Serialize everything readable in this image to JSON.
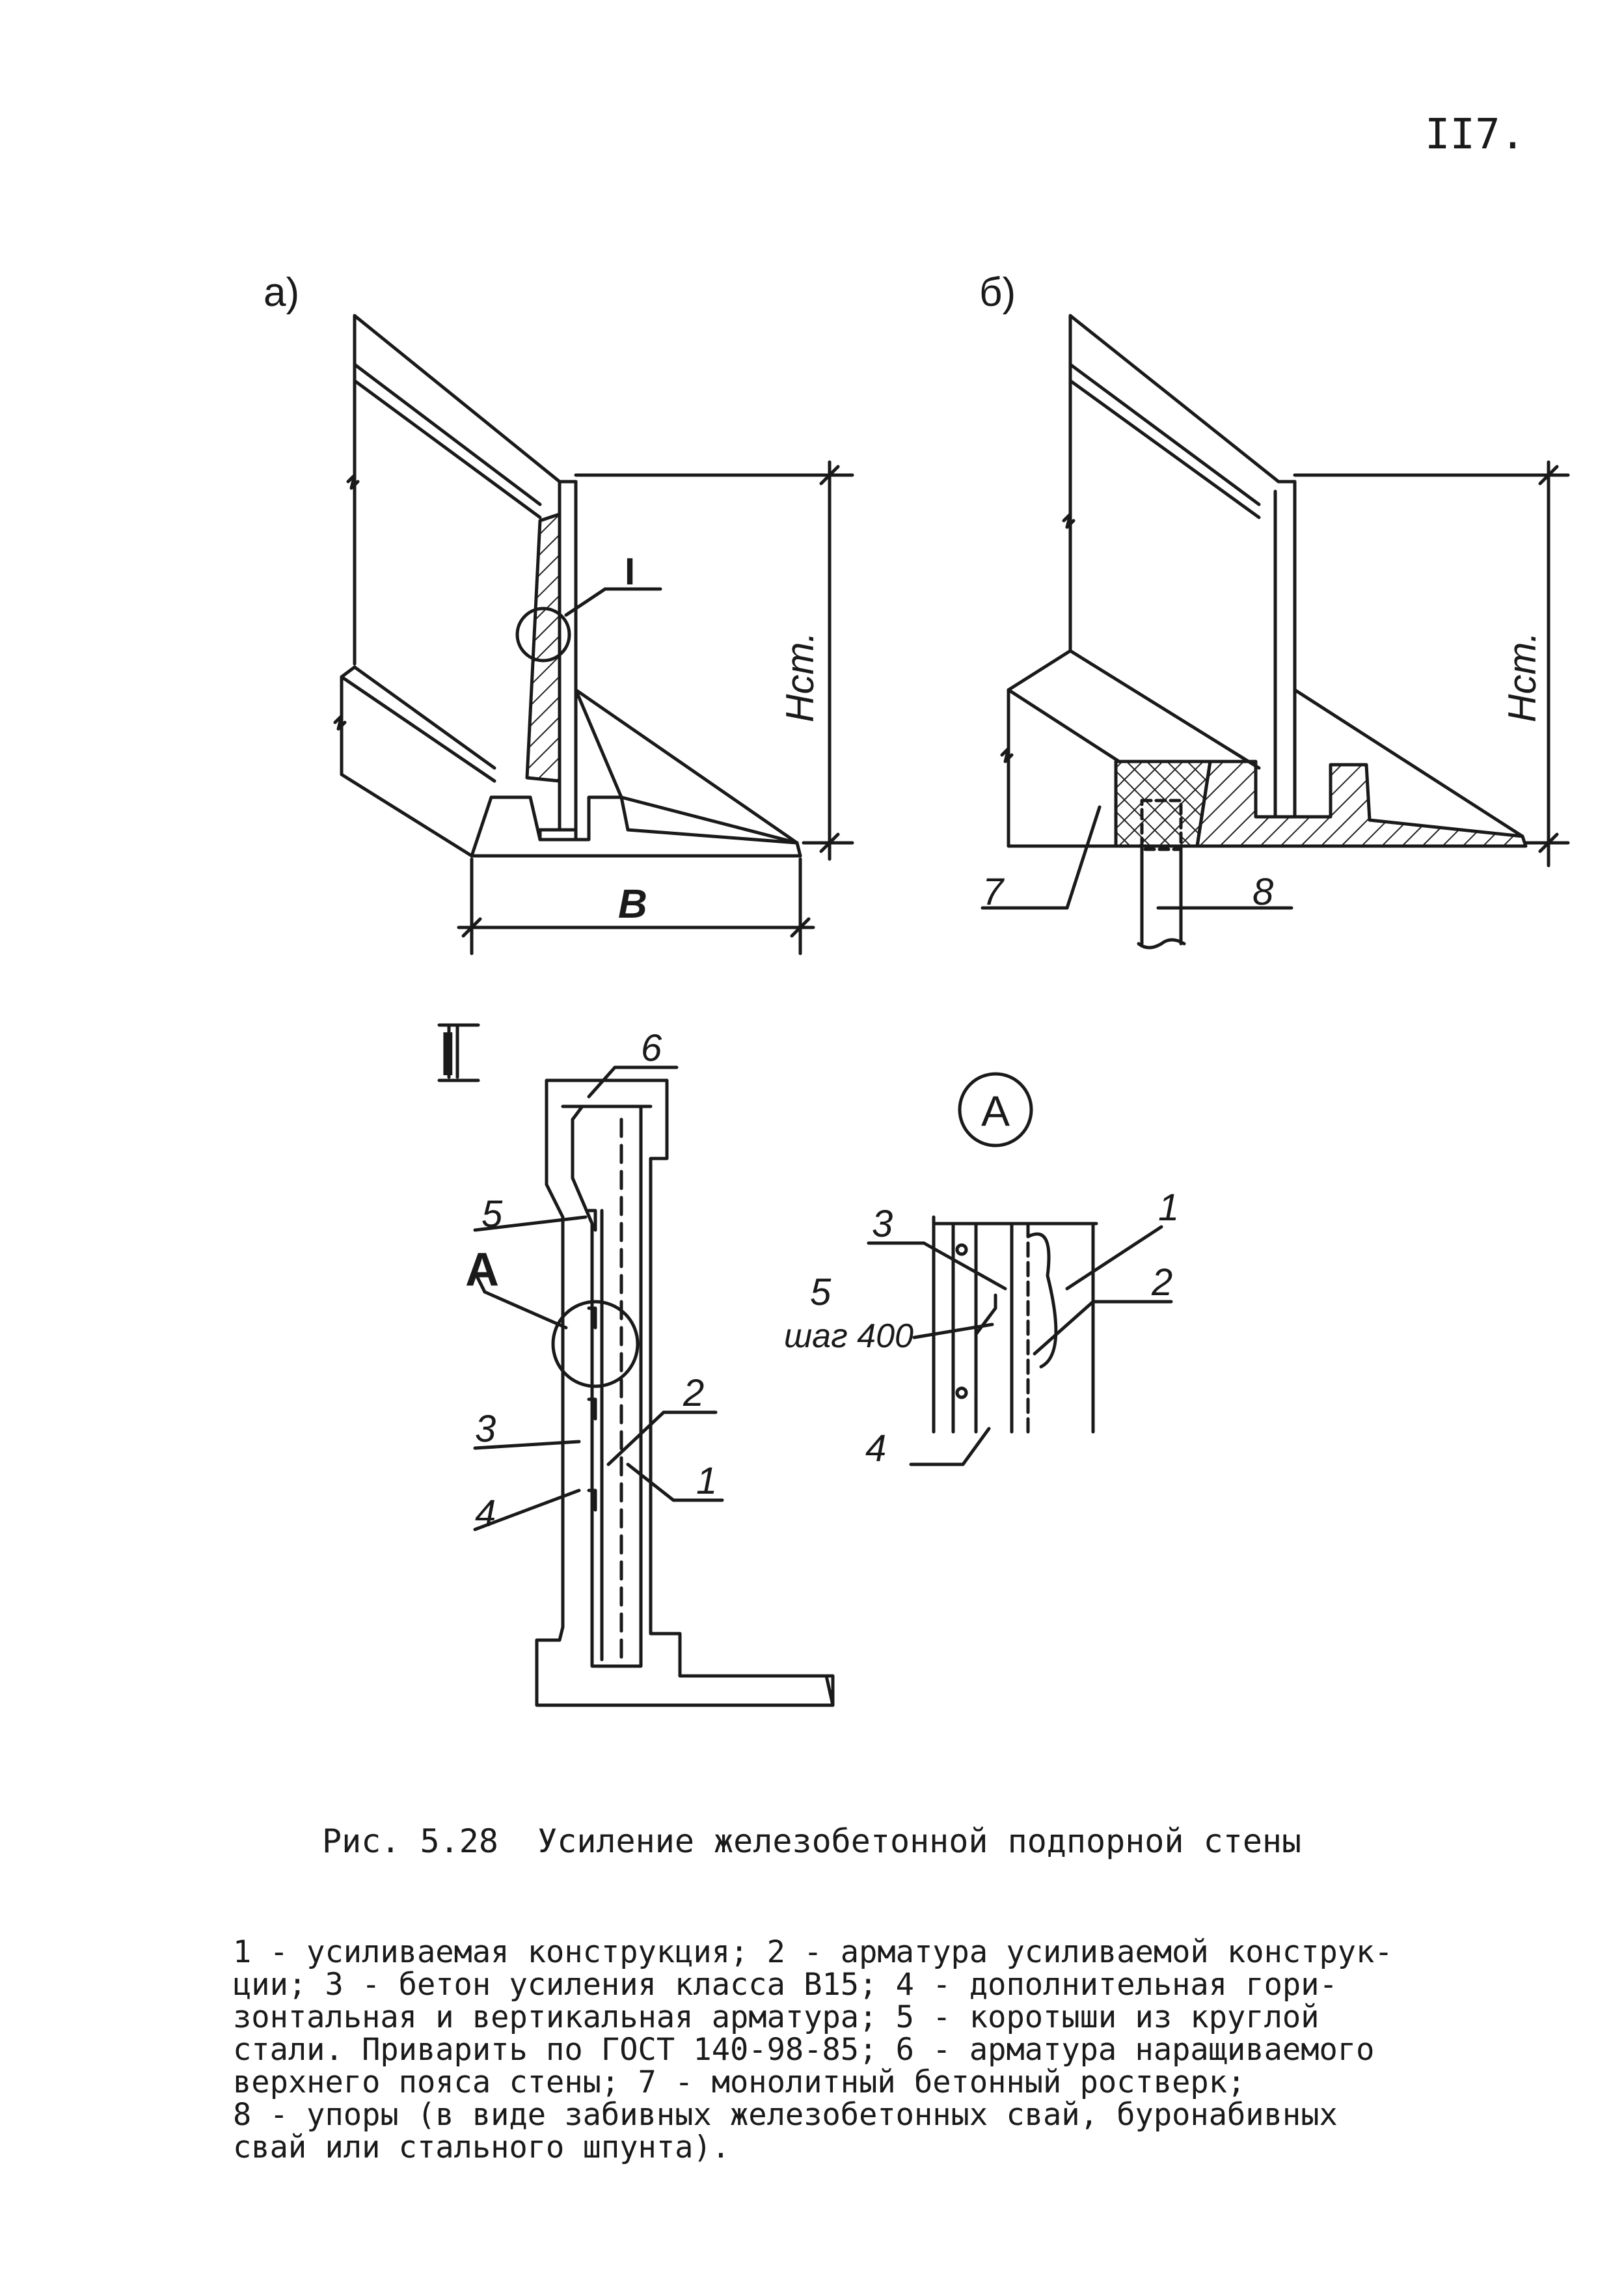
{
  "page_number": "II7.",
  "figure": {
    "panel_a_label": "а)",
    "panel_b_label": "б)",
    "detail_I_title": "I",
    "detail_A_title": "А",
    "label_I": "I",
    "label_H": "Hст.",
    "label_B": "B",
    "label_A": "А",
    "callouts": [
      "1",
      "2",
      "3",
      "4",
      "5",
      "6",
      "7",
      "8"
    ],
    "step_note": "шаг 400"
  },
  "caption": "Рис. 5.28  Усиление железобетонной подпорной стены",
  "legend_lines": [
    "1 - усиливаемая конструкция; 2 - арматура усиливаемой конструк-",
    "ции;  3 - бетон усиления класса В15;  4 - дополнительная гори-",
    "зонтальная и вертикальная арматура;  5 - коротыши из круглой",
    "стали. Приварить по ГОСТ 140-98-85;  6 - арматура наращиваемого",
    "верхнего пояса стены;  7 - монолитный бетонный ростверк;",
    "8 - упоры (в виде забивных железобетонных свай, буронабивных",
    "свай или стального шпунта)."
  ]
}
